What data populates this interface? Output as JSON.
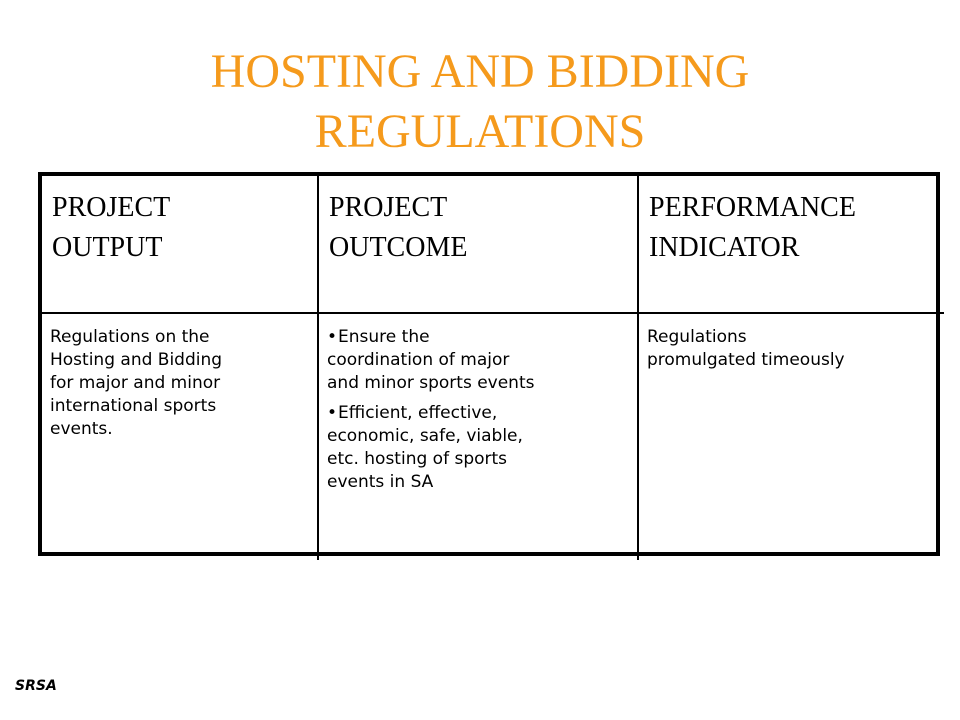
{
  "title": {
    "line1": "HOSTING AND BIDDING",
    "line2": "REGULATIONS"
  },
  "colors": {
    "title": "#f59a1c",
    "text": "#000000",
    "border": "#000000"
  },
  "table": {
    "headers": [
      {
        "line1": "PROJECT",
        "line2": "OUTPUT"
      },
      {
        "line1": "PROJECT",
        "line2": "OUTCOME"
      },
      {
        "line1": "PERFORMANCE",
        "line2": "INDICATOR"
      }
    ],
    "output": {
      "lines": [
        "Regulations on the",
        "Hosting and Bidding",
        "for major and minor",
        "international sports",
        "events."
      ]
    },
    "outcome": {
      "bullet_symbol": "•",
      "bullets": [
        {
          "lines": [
            "Ensure the",
            "coordination of major",
            "and minor sports events"
          ]
        },
        {
          "lines": [
            "Efficient, effective,",
            "economic, safe, viable,",
            "etc. hosting of sports",
            "events in SA"
          ]
        }
      ]
    },
    "indicator": {
      "lines": [
        "Regulations",
        "promulgated timeously"
      ]
    }
  },
  "footer": {
    "logo_text": "SRSA"
  }
}
